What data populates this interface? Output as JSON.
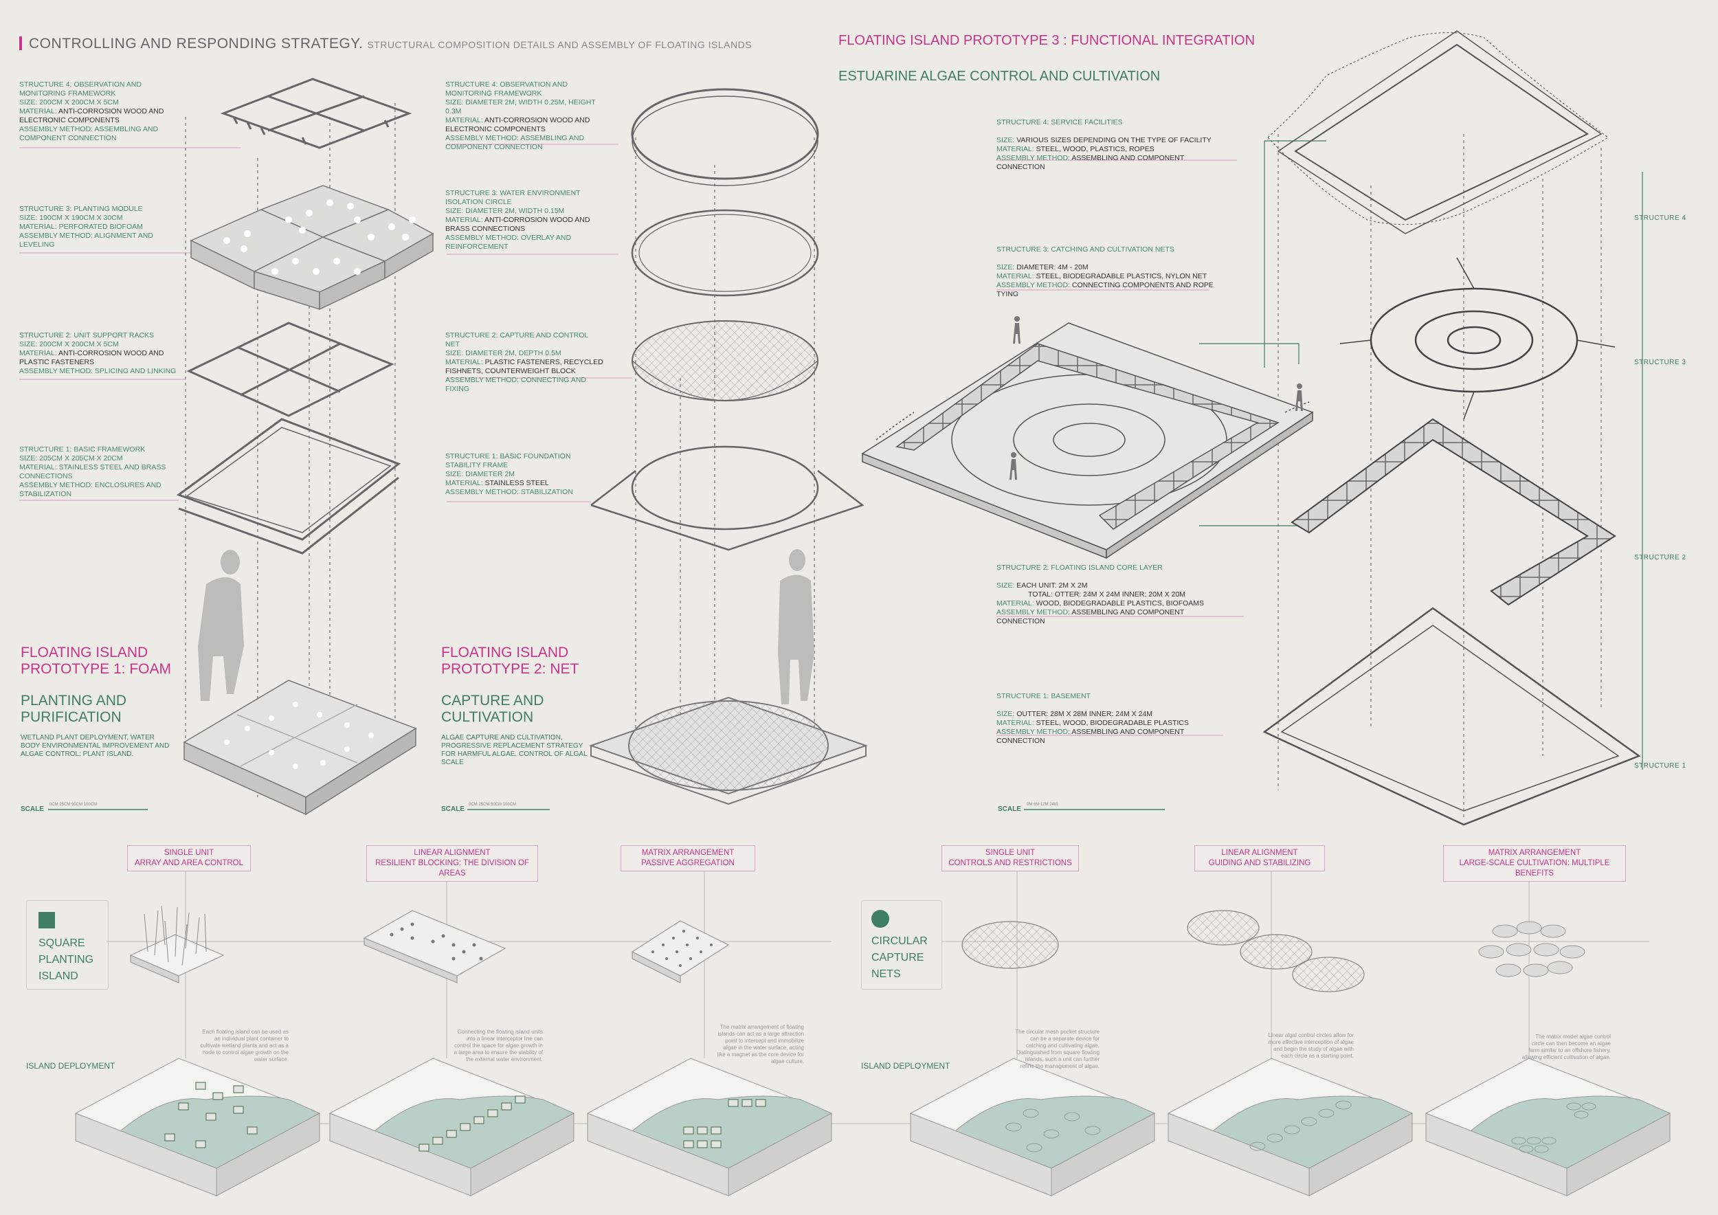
{
  "header": {
    "title": "CONTROLLING AND RESPONDING STRATEGY.",
    "subtitle": "STRUCTURAL COMPOSITION DETAILS AND ASSEMBLY OF FLOATING ISLANDS"
  },
  "p1": {
    "specs": [
      {
        "title": "STRUCTURE 4: OBSERVATION AND MONITORING FRAMEWORK",
        "size": "200CM X 200CM X 5CM",
        "material": "ANTI-CORROSION WOOD AND ELECTRONIC COMPONENTS",
        "method": "ASSEMBLING AND COMPONENT CONNECTION"
      },
      {
        "title": "STRUCTURE 3: PLANTING MODULE",
        "size": "190CM X 190CM X 30CM",
        "material": "PERFORATED BIOFOAM",
        "method": "ALIGNMENT AND LEVELING"
      },
      {
        "title": "STRUCTURE 2: UNIT SUPPORT RACKS",
        "size": "200CM X 200CM X 5CM",
        "material": "ANTI-CORROSION WOOD AND PLASTIC FASTENERS",
        "method": "SPLICING AND LINKING"
      },
      {
        "title": "STRUCTURE 1: BASIC FRAMEWORK",
        "size": "205CM X 205CM X 20CM",
        "material": "STAINLESS STEEL AND BRASS CONNECTIONS",
        "method": "ENCLOSURES AND STABILIZATION"
      }
    ],
    "title1": "FLOATING ISLAND",
    "title2": "PROTOTYPE 1: FOAM",
    "sub1": "PLANTING AND",
    "sub2": "PURIFICATION",
    "desc": "WETLAND PLANT DEPLOYMENT, WATER BODY ENVIRONMENTAL IMPROVEMENT AND ALGAE CONTROL: PLANT ISLAND.",
    "scale": "SCALE",
    "scale_nums": "0CM   25CM   50CM        100CM"
  },
  "p2": {
    "specs": [
      {
        "title": "STRUCTURE 4: OBSERVATION AND MONITORING FRAMEWORK",
        "size": "DIAMETER 2M, WIDTH 0.25M, HEIGHT 0.3M",
        "material": "ANTI-CORROSION WOOD AND ELECTRONIC COMPONENTS",
        "method": "ASSEMBLING AND COMPONENT CONNECTION"
      },
      {
        "title": "STRUCTURE 3: WATER ENVIRONMENT ISOLATION CIRCLE",
        "size": "DIAMETER 2M, WIDTH 0.15M",
        "material": "ANTI-CORROSION WOOD AND BRASS CONNECTIONS",
        "method": "OVERLAY AND REINFORCEMENT"
      },
      {
        "title": "STRUCTURE 2: CAPTURE AND CONTROL NET",
        "size": "DIAMETER 2M, DEPTH 0.5M",
        "material": "PLASTIC FASTENERS, RECYCLED FISHNETS, COUNTERWEIGHT BLOCK",
        "method": "CONNECTING AND FIXING"
      },
      {
        "title": "STRUCTURE 1: BASIC FOUNDATION STABILITY FRAME",
        "size": "DIAMETER 2M",
        "material": "STAINLESS STEEL",
        "method": "STABILIZATION"
      }
    ],
    "title1": "FLOATING ISLAND",
    "title2": "PROTOTYPE 2: NET",
    "sub1": "CAPTURE AND",
    "sub2": "CULTIVATION",
    "desc": "ALGAE CAPTURE AND CULTIVATION, PROGRESSIVE REPLACEMENT STRATEGY FOR HARMFUL ALGAE. CONTROL OF ALGAL SCALE",
    "scale": "SCALE",
    "scale_nums": "0CM   25CM   50CM        100CM"
  },
  "p3": {
    "title": "FLOATING ISLAND PROTOTYPE 3 : FUNCTIONAL INTEGRATION",
    "subtitle": "ESTUARINE ALGAE CONTROL AND CULTIVATION",
    "specs": [
      {
        "title": "STRUCTURE 4: SERVICE FACILITIES",
        "size": "VARIOUS SIZES DEPENDING ON THE TYPE OF FACILITY",
        "material": "STEEL, WOOD, PLASTICS, ROPES",
        "method": "ASSEMBLING AND COMPONENT CONNECTION"
      },
      {
        "title": "STRUCTURE 3: CATCHING AND CULTIVATION NETS",
        "size": "DIAMETER: 4M - 20M",
        "material": "STEEL, BIODEGRADABLE PLASTICS, NYLON NET",
        "method": "CONNECTING COMPONENTS AND ROPE TYING"
      },
      {
        "title": "STRUCTURE 2: FLOATING ISLAND CORE LAYER",
        "size": "EACH UNIT: 2M X 2M",
        "size2": "TOTAL: OTTER: 24M X 24M INNER: 20M X 20M",
        "material": "WOOD, BIODEGRADABLE PLASTICS, BIOFOAMS",
        "method": "ASSEMBLING AND COMPONENT CONNECTION"
      },
      {
        "title": "STRUCTURE 1: BASEMENT",
        "size": "OUTTER: 28M X 28M INNER: 24M X 24M",
        "material": "STEEL, WOOD, BIODEGRADABLE PLASTICS",
        "method": "ASSEMBLING AND COMPONENT CONNECTION"
      }
    ],
    "struct_labels": [
      "STRUCTURE 4",
      "STRUCTURE 3",
      "STRUCTURE 2",
      "STRUCTURE 1"
    ],
    "scale": "SCALE",
    "scale_nums": "0M    6M     12M         24M"
  },
  "keys": {
    "size": "SIZE:",
    "material": "MATERIAL:",
    "method": "ASSEMBLY METHOD:"
  },
  "bottom": {
    "square": {
      "legend": [
        "SQUARE",
        "PLANTING",
        "ISLAND"
      ],
      "boxes": [
        {
          "l1": "SINGLE UNIT",
          "l2": "ARRAY AND AREA CONTROL"
        },
        {
          "l1": "LINEAR ALIGNMENT",
          "l2": "RESILIENT BLOCKING: THE DIVISION OF AREAS"
        },
        {
          "l1": "MATRIX ARRANGEMENT",
          "l2": "PASSIVE AGGREGATION"
        }
      ],
      "notes": [
        "Each floating island can be used as an individual plant container to cultivate wetland plants and act as a node to control algae growth on the water surface.",
        "Connecting the floating island units into a linear interceptor line can control the space for algae growth in a large area to ensure the stability of the external water environment.",
        "The matrix arrangement of floating islands can act as a large attraction point to intercept and immobilize algae in the water surface, acting like a magnet as the core device for algae culture."
      ],
      "deploy": "ISLAND DEPLOYMENT"
    },
    "circle": {
      "legend": [
        "CIRCULAR",
        "CAPTURE",
        "NETS"
      ],
      "boxes": [
        {
          "l1": "SINGLE UNIT",
          "l2": "CONTROLS AND RESTRICTIONS"
        },
        {
          "l1": "LINEAR ALIGNMENT",
          "l2": "GUIDING AND STABILIZING"
        },
        {
          "l1": "MATRIX ARRANGEMENT",
          "l2": "LARGE-SCALE CULTIVATION: MULTIPLE BENEFITS"
        }
      ],
      "notes": [
        "The circular mesh pocket structure can be a separate device for catching and cultivating algae. Distinguished from square floating islands, such a unit can further refine the management of algae.",
        "Linear algal control circles allow for more effective interception of algae and begin the study of algae with each circle as a starting point.",
        "The matrix model algae control circle can then become an algae farm similar to an offshore fishery, allowing efficient cultivation of algae."
      ],
      "deploy": "ISLAND DEPLOYMENT"
    }
  },
  "colors": {
    "magenta": "#c8338c",
    "green": "#3f7e62",
    "background": "#ecebe6",
    "water": "#b9cfc8"
  }
}
